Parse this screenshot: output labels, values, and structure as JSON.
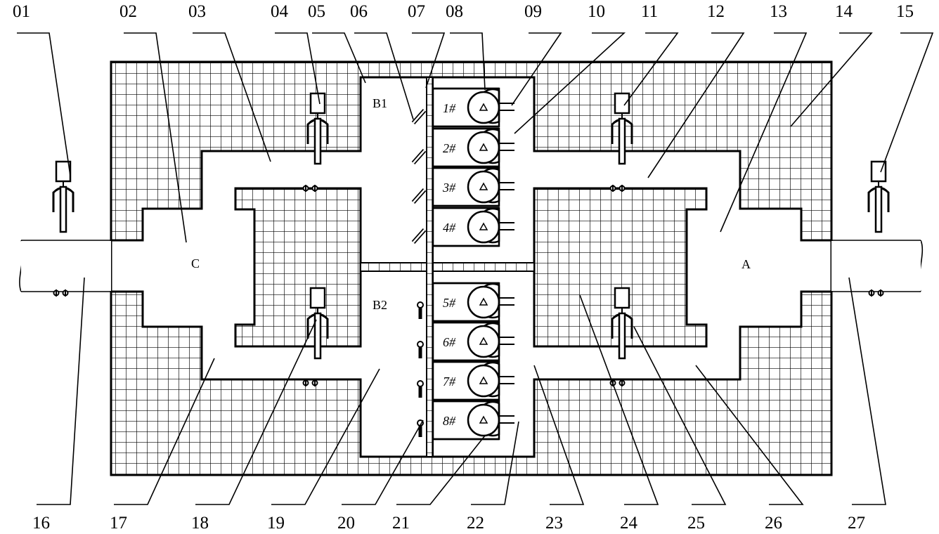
{
  "callouts_top": [
    "01",
    "02",
    "03",
    "04",
    "05",
    "06",
    "07",
    "08",
    "09",
    "10",
    "11",
    "12",
    "13",
    "14",
    "15"
  ],
  "callouts_bottom": [
    "16",
    "17",
    "18",
    "19",
    "20",
    "21",
    "22",
    "23",
    "24",
    "25",
    "26",
    "27"
  ],
  "zones": {
    "a": "A",
    "b1": "B1",
    "b2": "B2",
    "c": "C"
  },
  "fans": [
    "1#",
    "2#",
    "3#",
    "4#",
    "5#",
    "6#",
    "7#",
    "8#"
  ],
  "colors": {
    "line": "#000000",
    "background": "#ffffff"
  }
}
